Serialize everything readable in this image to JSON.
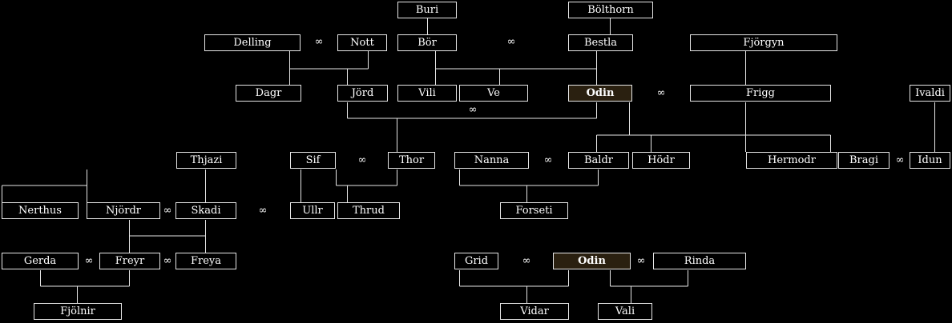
{
  "marriage_symbol": "∞",
  "nodes": {
    "buri": "Buri",
    "bolthorn": "Bölthorn",
    "delling": "Delling",
    "nott": "Nott",
    "bor": "Bör",
    "bestla": "Bestla",
    "fjorgyn": "Fjörgyn",
    "dagr": "Dagr",
    "jord": "Jörd",
    "vili": "Vili",
    "ve": "Ve",
    "odin": "Odin",
    "frigg": "Frigg",
    "ivaldi": "Ivaldi",
    "thjazi": "Thjazi",
    "sif": "Sif",
    "thor": "Thor",
    "nanna": "Nanna",
    "baldr": "Baldr",
    "hodr": "Hödr",
    "hermodr": "Hermodr",
    "bragi": "Bragi",
    "idun": "Idun",
    "nerthus": "Nerthus",
    "njordr": "Njördr",
    "skadi": "Skadi",
    "ullr": "Ullr",
    "thrud": "Thrud",
    "forseti": "Forseti",
    "gerda": "Gerda",
    "freyr": "Freyr",
    "freya": "Freya",
    "grid": "Grid",
    "odin2": "Odin",
    "rinda": "Rinda",
    "fjolnir": "Fjölnir",
    "vidar": "Vidar",
    "vali": "Vali"
  },
  "highlight_color": "#2a2010",
  "line_color": "#e6e6e6"
}
